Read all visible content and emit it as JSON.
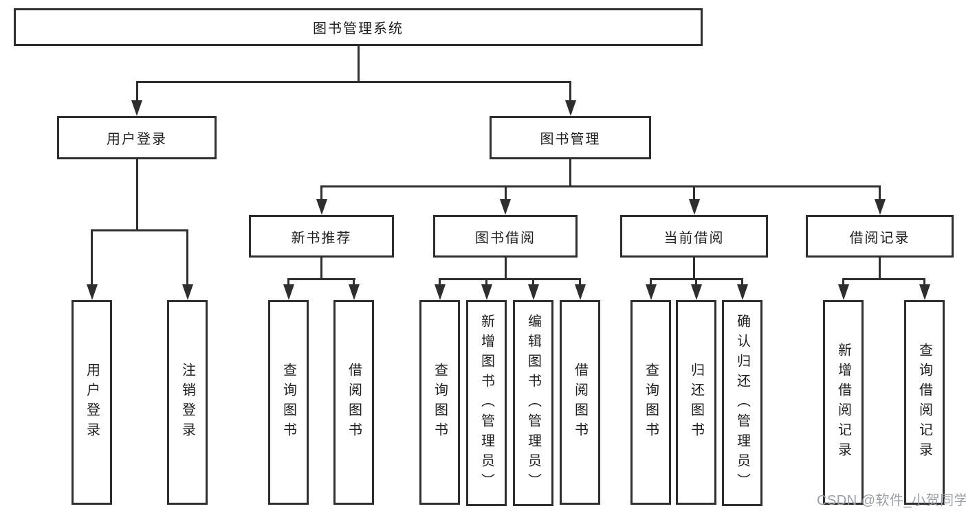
{
  "diagram": {
    "title": "图书管理系统",
    "level2": [
      {
        "label": "用户登录"
      },
      {
        "label": "图书管理"
      }
    ],
    "level3": [
      {
        "label": "新书推荐"
      },
      {
        "label": "图书借阅"
      },
      {
        "label": "当前借阅"
      },
      {
        "label": "借阅记录"
      }
    ],
    "leaves": [
      {
        "label": "用户登录"
      },
      {
        "label": "注销登录"
      },
      {
        "label": "查询图书"
      },
      {
        "label": "借阅图书"
      },
      {
        "label": "查询图书"
      },
      {
        "label": "新增图书（管理员）"
      },
      {
        "label": "编辑图书（管理员）"
      },
      {
        "label": "借阅图书"
      },
      {
        "label": "查询图书"
      },
      {
        "label": "归还图书"
      },
      {
        "label": "确认归还（管理员）"
      },
      {
        "label": "新增借阅记录"
      },
      {
        "label": "查询借阅记录"
      }
    ],
    "watermark": "CSDN @软件_小贺同学",
    "colors": {
      "line": "#2e2e2e",
      "text": "#1f1f1f",
      "watermark": "#9aa0a6",
      "background": "#ffffff"
    }
  }
}
